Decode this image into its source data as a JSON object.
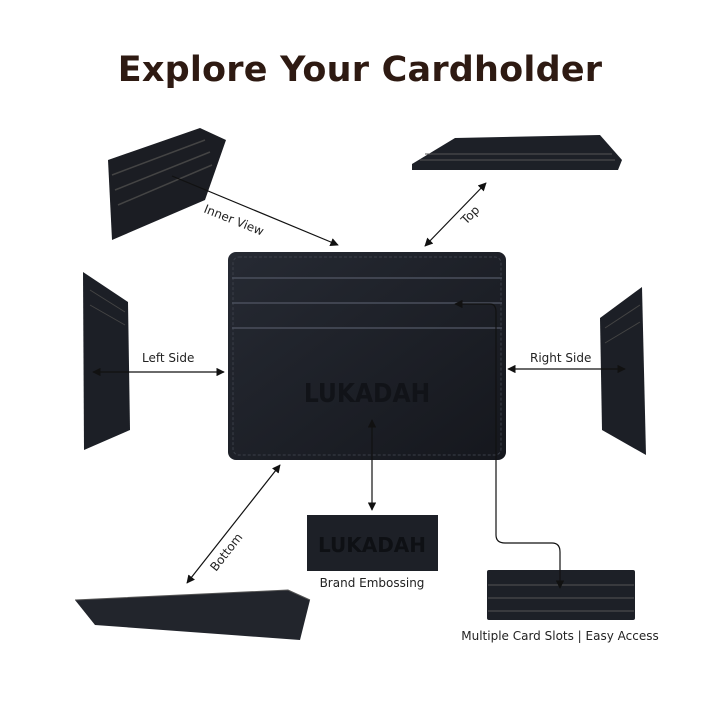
{
  "title": "Explore Your Cardholder",
  "brand_logo": "LUKADAH",
  "labels": {
    "inner_view": "Inner View",
    "top": "Top",
    "left_side": "Left Side",
    "right_side": "Right Side",
    "bottom": "Bottom",
    "brand_embossing": "Brand Embossing",
    "card_slots": "Multiple Card Slots | Easy Access"
  },
  "colors": {
    "title": "#2e1a12",
    "leather": "#1c1f27"
  }
}
